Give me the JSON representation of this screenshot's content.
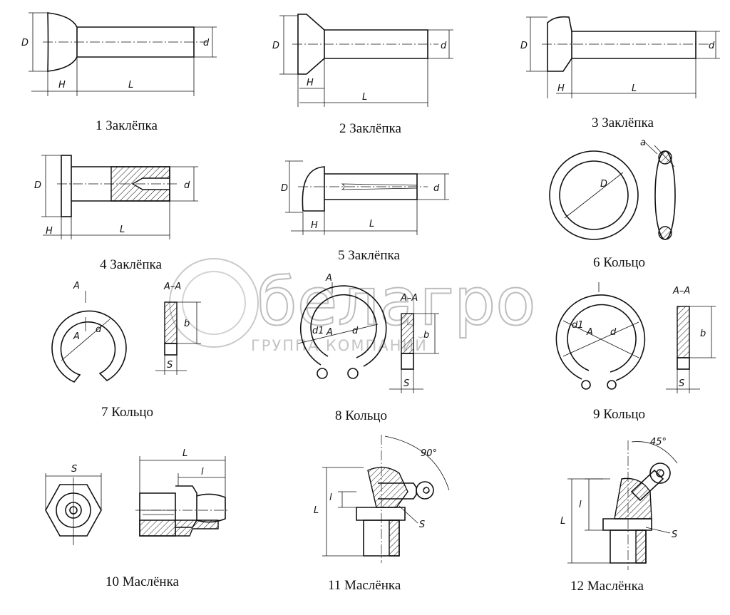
{
  "captions": [
    "1 Заклёпка",
    "2 Заклёпка",
    "3 Заклёпка",
    "4 Заклёпка",
    "5 Заклёпка",
    "6 Кольцо",
    "7 Кольцо",
    "8 Кольцо",
    "9 Кольцо",
    "10 Маслёнка",
    "11 Маслёнка",
    "12 Маслёнка"
  ],
  "labels": {
    "D": "D",
    "d": "d",
    "H": "H",
    "L": "L",
    "l": "l",
    "a": "a",
    "A": "A",
    "b": "b",
    "S": "S",
    "d1": "d1",
    "section": "A–A",
    "s_lower": "S",
    "angle90": "90°",
    "angle45": "45°"
  },
  "watermark": {
    "logo": "белагро",
    "subtitle": "ГРУППА КОМПАНИЙ"
  }
}
